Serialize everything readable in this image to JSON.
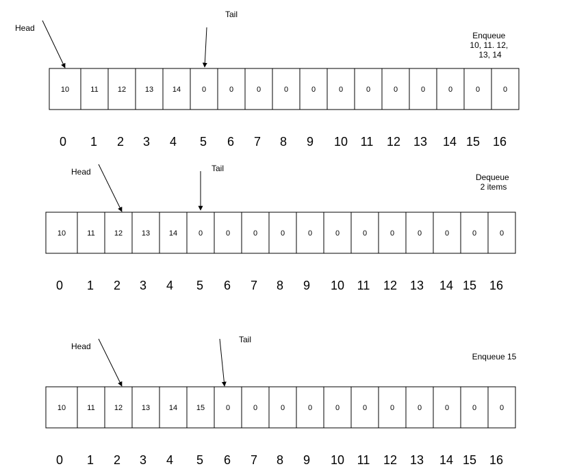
{
  "panels": [
    {
      "cells": [
        "10",
        "11",
        "12",
        "13",
        "14",
        "0",
        "0",
        "0",
        "0",
        "0",
        "0",
        "0",
        "0",
        "0",
        "0",
        "0",
        "0"
      ],
      "indices": [
        "0",
        "1",
        "2",
        "3",
        "4",
        "5",
        "6",
        "7",
        "8",
        "9",
        "10",
        "11",
        "12",
        "13",
        "14",
        "15",
        "16"
      ],
      "head_label": "Head",
      "tail_label": "Tail",
      "head_index": 0,
      "tail_index": 5,
      "note_lines": [
        "Enqueue",
        "10, 11. 12,",
        "13, 14"
      ]
    },
    {
      "cells": [
        "10",
        "11",
        "12",
        "13",
        "14",
        "0",
        "0",
        "0",
        "0",
        "0",
        "0",
        "0",
        "0",
        "0",
        "0",
        "0",
        "0"
      ],
      "indices": [
        "0",
        "1",
        "2",
        "3",
        "4",
        "5",
        "6",
        "7",
        "8",
        "9",
        "10",
        "11",
        "12",
        "13",
        "14",
        "15",
        "16"
      ],
      "head_label": "Head",
      "tail_label": "Tail",
      "head_index": 2,
      "tail_index": 5,
      "note_lines": [
        "Dequeue",
        "2 items"
      ]
    },
    {
      "cells": [
        "10",
        "11",
        "12",
        "13",
        "14",
        "15",
        "0",
        "0",
        "0",
        "0",
        "0",
        "0",
        "0",
        "0",
        "0",
        "0",
        "0"
      ],
      "indices": [
        "0",
        "1",
        "2",
        "3",
        "4",
        "5",
        "6",
        "7",
        "8",
        "9",
        "10",
        "11",
        "12",
        "13",
        "14",
        "15",
        "16"
      ],
      "head_label": "Head",
      "tail_label": "Tail",
      "head_index": 2,
      "tail_index": 6,
      "note_lines": [
        "Enqueue 15"
      ]
    }
  ]
}
